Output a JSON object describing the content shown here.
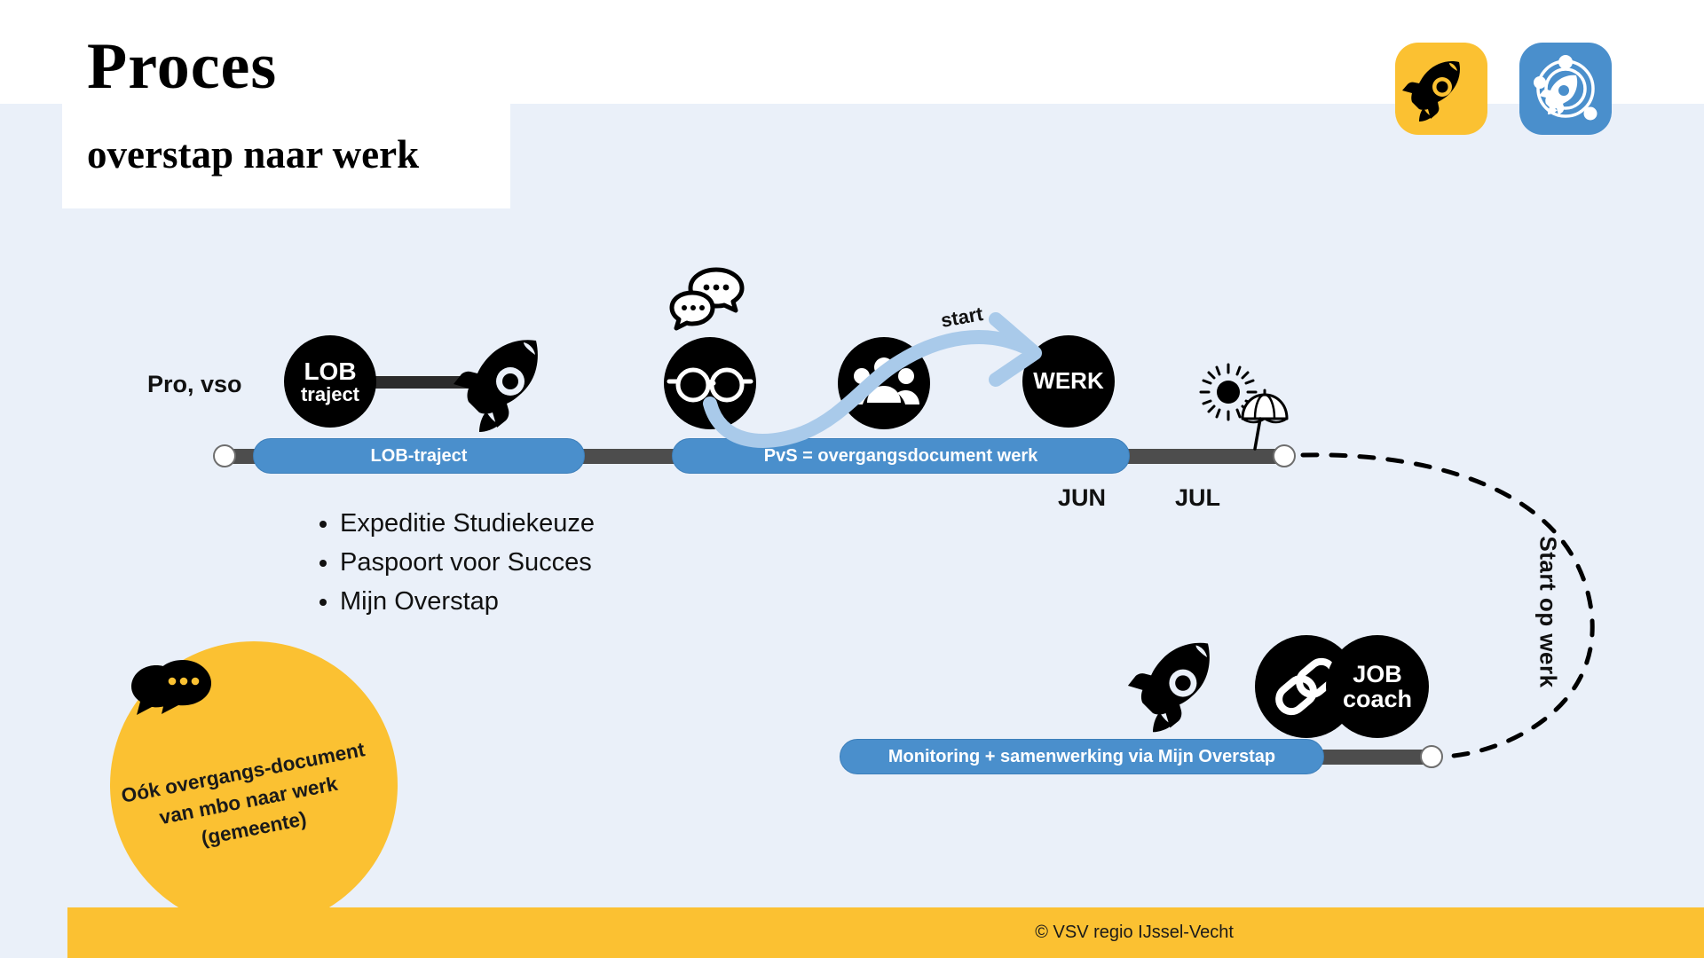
{
  "page": {
    "title_main": "Proces",
    "title_sub": "overstap naar werk",
    "background_color": "#eaf0f9",
    "accent_blue": "#4a8fcc",
    "accent_yellow": "#fbc132",
    "timeline_color": "#4d4d4d"
  },
  "logos": [
    {
      "name": "rocket-logo-yellow",
      "background": "#fbc132"
    },
    {
      "name": "orbit-rocket-logo-blue",
      "background": "#4a8fcc"
    }
  ],
  "track_label": "Pro, vso",
  "top_timeline": {
    "segments": [
      {
        "label": "LOB-traject"
      },
      {
        "label": "PvS = overgangsdocument werk"
      }
    ],
    "months": [
      {
        "label": "JUN"
      },
      {
        "label": "JUL"
      }
    ]
  },
  "nodes": {
    "lob": {
      "line1": "LOB",
      "line2": "traject"
    },
    "werk": {
      "line1": "WERK"
    },
    "jobcoach": {
      "line1": "JOB",
      "line2": "coach"
    }
  },
  "arrow_label": "start",
  "bullets": [
    "Expeditie Studiekeuze",
    "Paspoort voor Succes",
    "Mijn Overstap"
  ],
  "yellow_note": "Oók overgangs-document van mbo naar werk (gemeente)",
  "bottom_timeline": {
    "segment_label": "Monitoring + samenwerking via Mijn Overstap"
  },
  "dashed_label": "Start op werk",
  "footer": {
    "copyright": "© VSV regio IJssel-Vecht"
  },
  "icons": {
    "rocket": "rocket-icon",
    "speech_bubbles": "speech-bubbles-icon",
    "glasses": "glasses-icon",
    "people": "people-group-icon",
    "chain_link": "chain-link-icon",
    "sun": "sun-icon",
    "umbrella": "beach-umbrella-icon"
  }
}
